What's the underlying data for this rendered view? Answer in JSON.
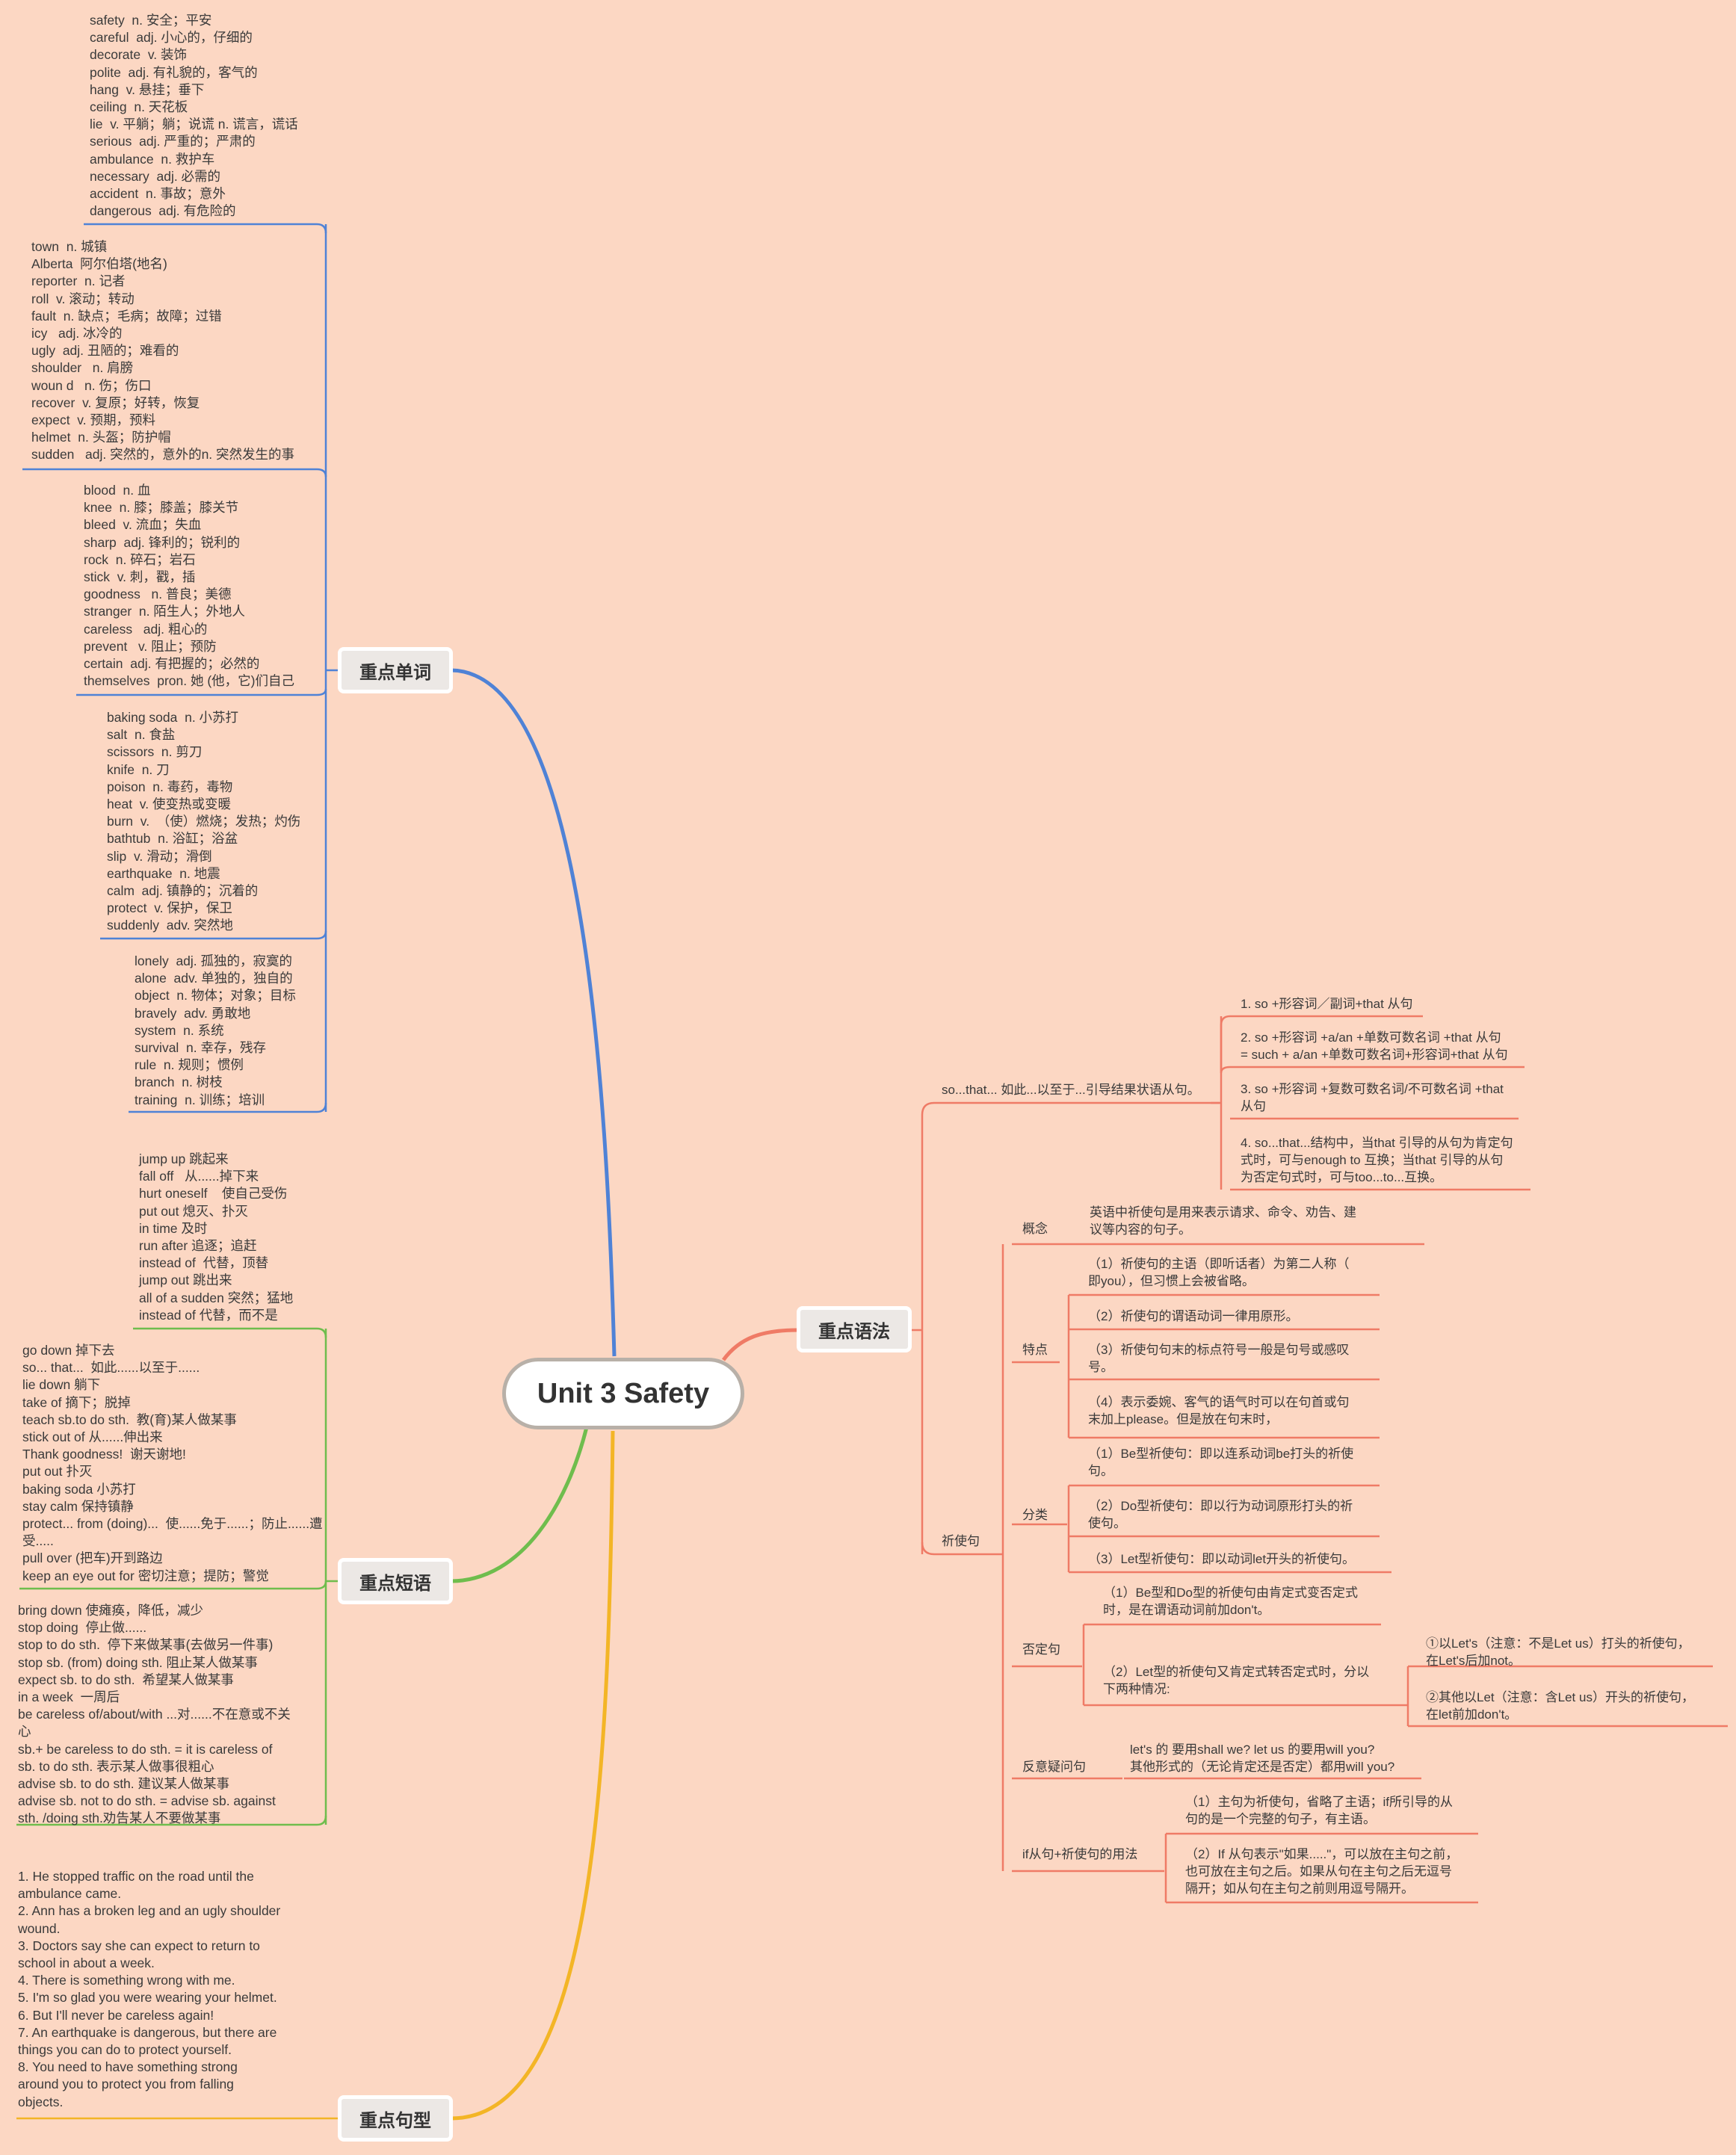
{
  "central": "Unit 3 Safety",
  "branches": {
    "words": "重点单词",
    "grammar": "重点语法",
    "phrases": "重点短语",
    "sentences": "重点句型"
  },
  "words": {
    "group1": "safety  n. 安全；平安\ncareful  adj. 小心的，仔细的\ndecorate  v. 装饰\npolite  adj. 有礼貌的，客气的\nhang  v. 悬挂；垂下\nceiling  n. 天花板\nlie  v. 平躺；躺；说谎 n. 谎言，谎话\nserious  adj. 严重的；严肃的\nambulance  n. 救护车\nnecessary  adj. 必需的\naccident  n. 事故；意外\ndangerous  adj. 有危险的",
    "group2": "town  n. 城镇\nAlberta  阿尔伯塔(地名)\nreporter  n. 记者\nroll  v. 滚动；转动\nfault  n. 缺点；毛病；故障；过错\nicy   adj. 冰冷的\nugly  adj. 丑陋的；难看的\nshoulder   n. 肩膀\nwoun d   n. 伤；伤口\nrecover  v. 复原；好转，恢复\nexpect  v. 预期，预料\nhelmet  n. 头盔；防护帽\nsudden   adj. 突然的，意外的n. 突然发生的事",
    "group3": "blood  n. 血\nknee  n. 膝；膝盖；膝关节\nbleed  v. 流血；失血\nsharp  adj. 锋利的；锐利的\nrock  n. 碎石；岩石\nstick  v. 刺，戳，插\ngoodness   n. 普良；美德\nstranger  n. 陌生人；外地人\ncareless   adj. 粗心的\nprevent   v. 阻止；预防\ncertain  adj. 有把握的；必然的\nthemselves  pron. 她 (他，它)们自己",
    "group4": "baking soda  n. 小苏打\nsalt  n. 食盐\nscissors  n. 剪刀\nknife  n. 刀\npoison  n. 毒药，毒物\nheat  v. 使变热或变暖\nburn  v.  （使）燃烧；发热；灼伤\nbathtub  n. 浴缸；浴盆\nslip  v. 滑动；滑倒\nearthquake  n. 地震\ncalm  adj. 镇静的；沉着的\nprotect  v. 保护，保卫\nsuddenly  adv. 突然地",
    "group5": "lonely  adj. 孤独的，寂寞的\nalone  adv. 单独的，独自的\nobject  n. 物体；对象；目标\nbravely  adv. 勇敢地\nsystem  n. 系统\nsurvival  n. 幸存，残存\nrule  n. 规则；惯例\nbranch  n. 树枝\ntraining  n. 训练；培训"
  },
  "phrases": {
    "group1": "jump up 跳起来\nfall off   从......掉下来\nhurt oneself    使自己受伤\nput out 熄灭、扑灭\nin time 及时\nrun after 追逐；追赶\ninstead of  代替，顶替\njump out 跳出来\nall of a sudden 突然；猛地\ninstead of 代替，而不是",
    "group2": "go down 掉下去\nso... that...  如此......以至于......\nlie down 躺下\ntake of 摘下；脱掉\nteach sb.to do sth.  教(育)某人做某事\nstick out of 从......伸出来\nThank goodness!  谢天谢地!\nput out 扑灭\nbaking soda 小苏打\nstay calm 保持镇静\nprotect... from (doing)...  使......免于......；防止......遭\n受.....\npull over (把车)开到路边\nkeep an eye out for 密切注意；提防；警觉",
    "group3": "bring down 使瘫痪，降低，减少\nstop doing  停止做......\nstop to do sth.  停下来做某事(去做另一件事)\nstop sb. (from) doing sth. 阻止某人做某事\nexpect sb. to do sth.  希望某人做某事\nin a week  一周后\nbe careless of/about/with ...对......不在意或不关\n心\nsb.+ be careless to do sth. = it is careless of\nsb. to do sth. 表示某人做事很粗心\nadvise sb. to do sth. 建议某人做某事\nadvise sb. not to do sth. = advise sb. against\nsth. /doing sth.劝告某人不要做某事"
  },
  "sentences": "1. He stopped traffic on the road until the\nambulance came.\n2. Ann has a broken leg and an ugly shoulder\nwound.\n3. Doctors say she can expect to return to\nschool in about a week.\n4. There is something wrong with me.\n5. I'm so glad you were wearing your helmet.\n6. But I'll never be careless again!\n7. An earthquake is dangerous, but there are\nthings you can do to protect yourself.\n8. You need to have something strong\naround you to protect you from falling\nobjects.",
  "grammar": {
    "sothat": "so...that... 如此...以至于...引导结果状语从句。",
    "sothat_items": [
      "1. so +形容词／副词+that 从句",
      "2. so +形容词 +a/an +单数可数名词 +that 从句\n= such + a/an +单数可数名词+形容词+that 从句",
      "3. so +形容词 +复数可数名词/不可数名词 +that\n从句",
      "4. so...that...结构中，当that 引导的从句为肯定句\n式时，可与enough to 互换；当that 引导的从句\n为否定句式时，可与too...to...互换。"
    ],
    "imperative": "祈使句",
    "concept_label": "概念",
    "concept_text": "英语中祈使句是用来表示请求、命令、劝告、建\n议等内容的句子。",
    "features_label": "特点",
    "features": [
      "（1）祈使句的主语（即听话者）为第二人称（\n即you），但习惯上会被省略。",
      "（2）祈使句的谓语动词一律用原形。",
      "（3）祈使句句末的标点符号一般是句号或感叹\n号。",
      "（4）表示委婉、客气的语气时可以在句首或句\n末加上please。但是放在句末时，"
    ],
    "types_label": "分类",
    "types": [
      "（1）Be型祈使句：即以连系动词be打头的祈使\n句。",
      "（2）Do型祈使句：即以行为动词原形打头的祈\n使句。",
      "（3）Let型祈使句：即以动词let开头的祈使句。"
    ],
    "negative_label": "否定句",
    "negative": [
      "（1）Be型和Do型的祈使句由肯定式变否定式\n时，是在谓语动词前加don't。",
      "（2）Let型的祈使句又肯定式转否定式时，分以\n下两种情况:"
    ],
    "let_cases": [
      "①以Let's（注意：不是Let us）打头的祈使句，\n在Let's后加not。",
      "②其他以Let（注意：含Let us）开头的祈使句，\n在let前加don't。"
    ],
    "tag_label": "反意疑问句",
    "tag_text": "let's 的 要用shall we? let us 的要用will you?\n其他形式的（无论肯定还是否定）都用will you?",
    "if_label": "if从句+祈使句的用法",
    "if_items": [
      "（1）主句为祈使句，省略了主语；if所引导的从\n句的是一个完整的句子，有主语。",
      "（2）If 从句表示\"如果.....\"，可以放在主句之前，\n也可放在主句之后。如果从句在主句之后无逗号\n隔开；如从句在主句之前则用逗号隔开。"
    ]
  },
  "colors": {
    "background": "#fcd7c3",
    "words_branch": "#4f82d6",
    "grammar_branch": "#ef7b66",
    "phrases_branch": "#6fbd4d",
    "sentences_branch": "#f3b526"
  }
}
